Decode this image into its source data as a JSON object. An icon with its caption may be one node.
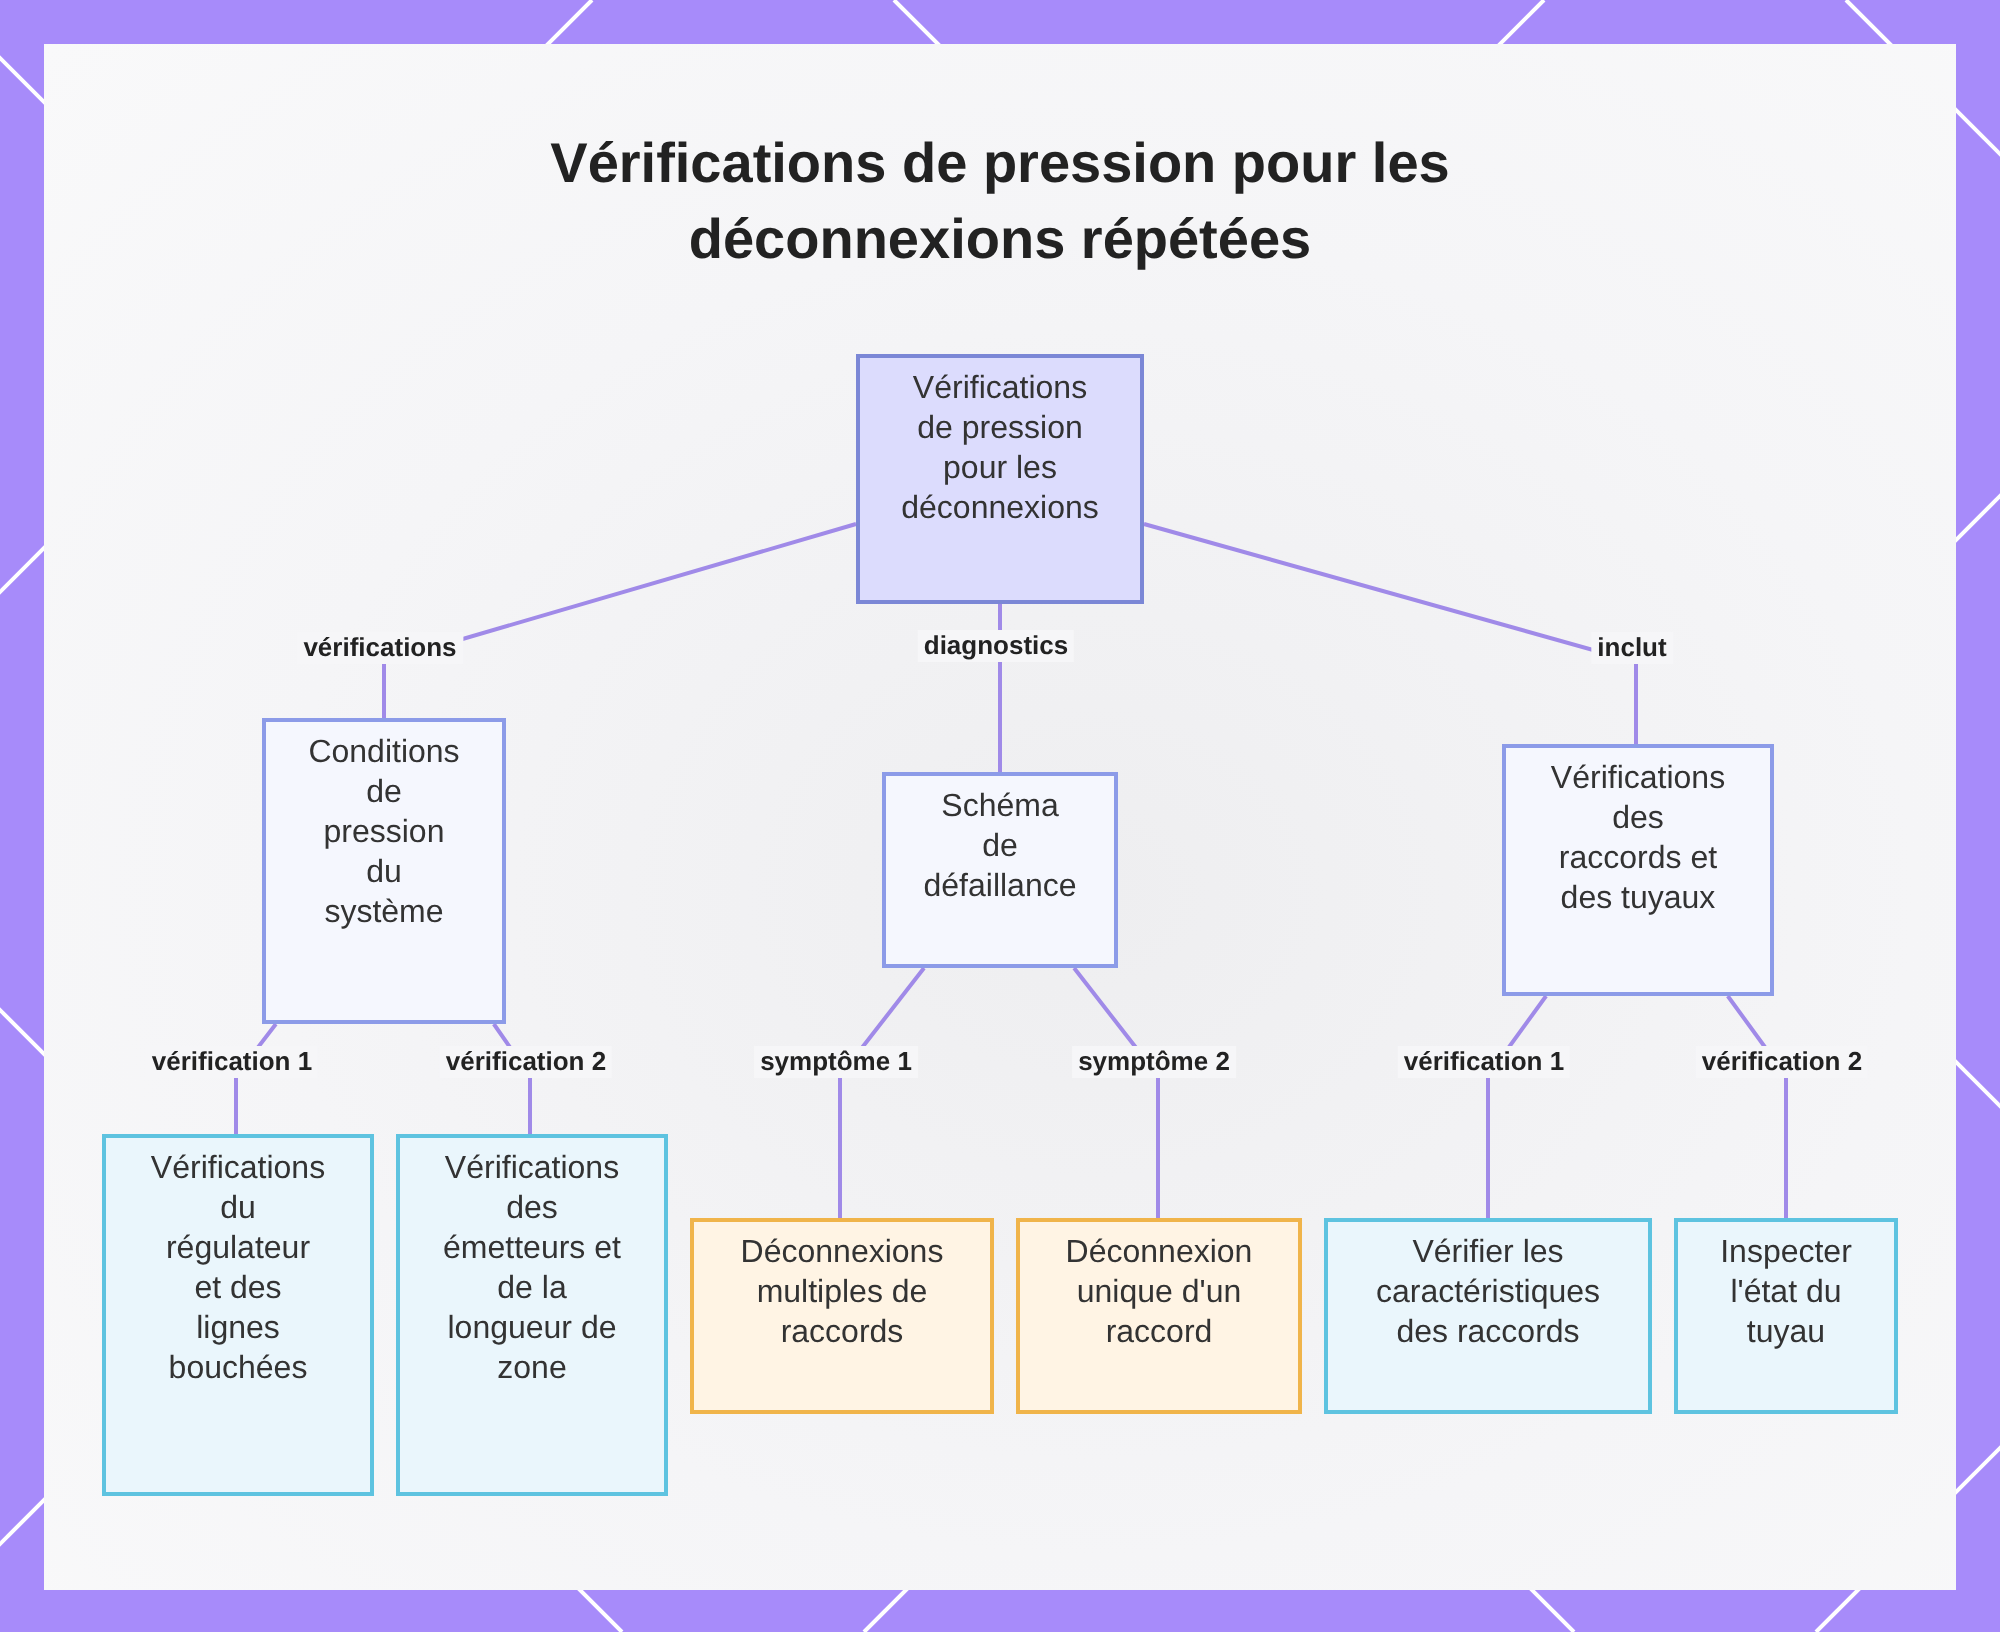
{
  "diagram": {
    "title": "Vérifications de pression pour les déconnexions répétées",
    "nodes": [
      {
        "text": [
          "Vérifications de pression pour les déconnexions"
        ]
      },
      {
        "text": [
          "Conditions de pression du système"
        ]
      },
      {
        "text": [
          "Schéma de défaillance"
        ]
      },
      {
        "text": [
          "Vérifications des raccords et des tuyaux"
        ]
      },
      {
        "text": [
          "Vérifications du régulateur et des lignes bouchées"
        ]
      },
      {
        "text": [
          "Vérifications des émetteurs et de la longueur de zone"
        ]
      },
      {
        "text": [
          "Déconnexions multiples de raccords"
        ]
      },
      {
        "text": [
          "Déconnexion unique d'un raccord"
        ]
      },
      {
        "text": [
          "Vérifier les caractéristiques des raccords"
        ]
      },
      {
        "text": [
          "Inspecter l'état du tuyau"
        ]
      }
    ],
    "edges": [
      {
        "from": 0,
        "to": 1,
        "arrow": "none",
        "label": "vérifications"
      },
      {
        "from": 0,
        "to": 2,
        "arrow": "none",
        "label": "diagnostics"
      },
      {
        "from": 0,
        "to": 3,
        "arrow": "none",
        "label": "inclut"
      },
      {
        "from": 1,
        "to": 4,
        "arrow": "none",
        "label": "vérification 1"
      },
      {
        "from": 1,
        "to": 5,
        "arrow": "none",
        "label": "vérification 2"
      },
      {
        "from": 2,
        "to": 6,
        "arrow": "none",
        "label": "symptôme 1"
      },
      {
        "from": 2,
        "to": 7,
        "arrow": "none",
        "label": "symptôme 2"
      },
      {
        "from": 3,
        "to": 8,
        "arrow": "none",
        "label": "vérification 1"
      },
      {
        "from": 3,
        "to": 9,
        "arrow": "none",
        "label": "vérification 2"
      }
    ]
  }
}
